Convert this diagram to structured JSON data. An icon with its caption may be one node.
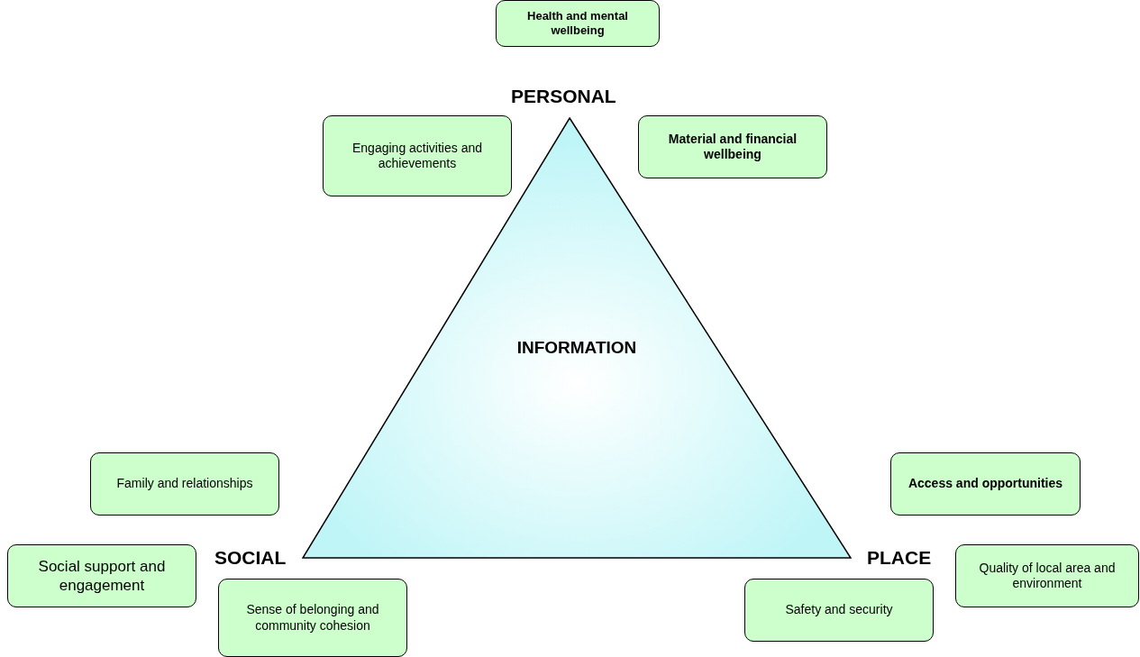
{
  "diagram": {
    "nodes": [
      {
        "text": [
          "Health and mental wellbeing"
        ]
      },
      {
        "text": [
          "Engaging activities and achievements"
        ]
      },
      {
        "text": [
          "Material and financial wellbeing"
        ]
      },
      {
        "text": [
          "INFORMATION"
        ]
      },
      {
        "text": [
          "Family and relationships"
        ]
      },
      {
        "text": [
          "Access and opportunities"
        ]
      },
      {
        "text": [
          "Social support and engagement"
        ]
      },
      {
        "text": [
          "Quality of local area and environment"
        ]
      },
      {
        "text": [
          "Sense of belonging and community cohesion"
        ]
      },
      {
        "text": [
          "Safety and security"
        ]
      }
    ],
    "edges": [],
    "labels": [
      "PERSONAL",
      "SOCIAL",
      "PLACE"
    ]
  }
}
